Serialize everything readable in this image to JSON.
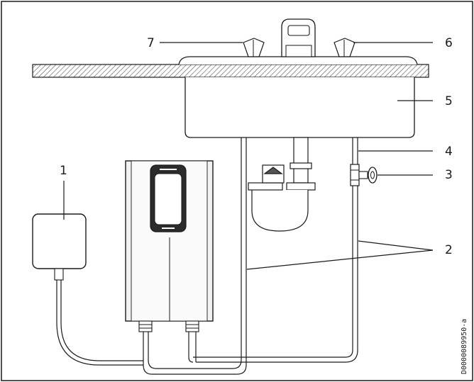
{
  "callouts": [
    {
      "id": "1",
      "label": "1"
    },
    {
      "id": "2",
      "label": "2"
    },
    {
      "id": "3",
      "label": "3"
    },
    {
      "id": "4",
      "label": "4"
    },
    {
      "id": "5",
      "label": "5"
    },
    {
      "id": "6",
      "label": "6"
    },
    {
      "id": "7",
      "label": "7"
    }
  ],
  "document_id": "D0000089950-a",
  "colors": {
    "line": "#1a1a1a",
    "device_fill": "#f2f2f2",
    "display_fill": "#2b2b2b",
    "hatch": "#555555"
  }
}
